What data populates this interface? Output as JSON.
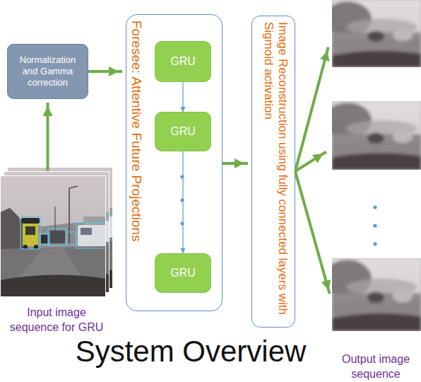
{
  "diagram": {
    "title": "System Overview",
    "nodes": [
      {
        "text": [
          "Normalization and Gamma correction"
        ]
      },
      {
        "text": [
          "Input image sequence for GRU"
        ]
      },
      {
        "text": [
          "Foresee: Attentive Future Projections"
        ]
      },
      {
        "text": [
          "GRU"
        ],
        "in": 2
      },
      {
        "text": [
          "GRU"
        ],
        "in": 2
      },
      {
        "text": [
          "GRU"
        ],
        "in": 2
      },
      {
        "text": [
          "Image Reconstruction using fully connected layers with Sigmoid activation"
        ]
      },
      {
        "text": [
          "Output image sequence"
        ]
      }
    ],
    "edges": [
      {
        "from": 1,
        "to": 0,
        "arrow": "to"
      },
      {
        "from": 0,
        "to": 2,
        "arrow": "to"
      },
      {
        "from": 2,
        "to": 6,
        "arrow": "to"
      },
      {
        "from": 3,
        "to": 4,
        "arrow": "to"
      },
      {
        "from": 4,
        "to": 5,
        "arrow": "to"
      },
      {
        "from": 6,
        "to": 7,
        "arrow": "to"
      }
    ]
  }
}
